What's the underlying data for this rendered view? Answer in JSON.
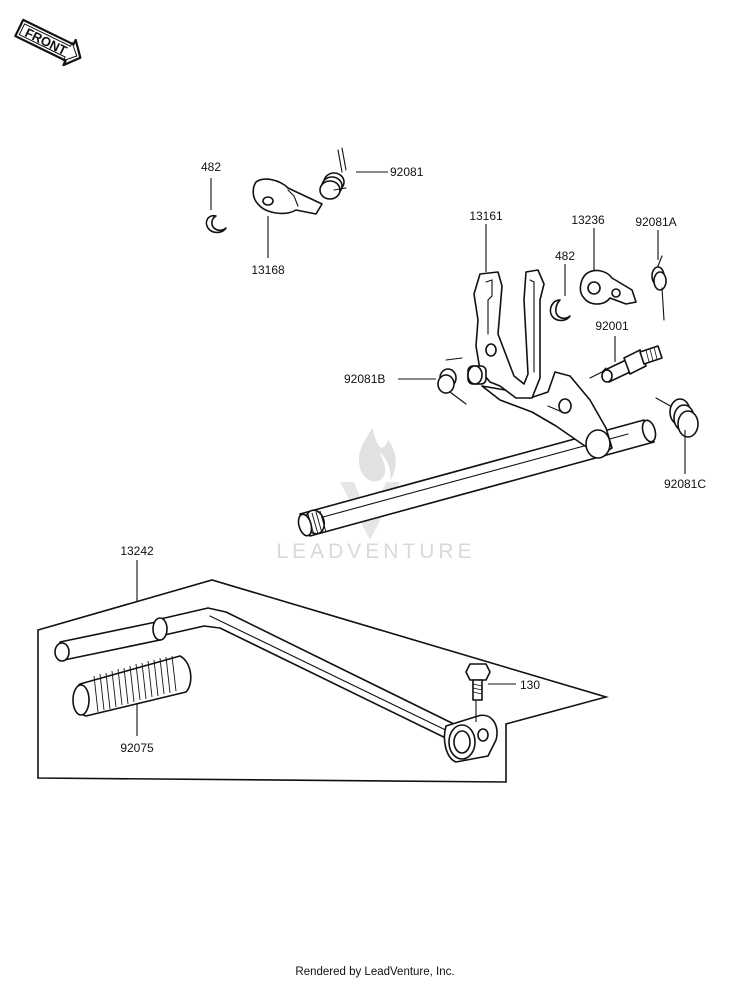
{
  "front_badge": "FRONT",
  "watermark": "LEADVENTURE",
  "footer": "Rendered by LeadVenture, Inc.",
  "callouts": {
    "c482_top": "482",
    "c92081": "92081",
    "c13168": "13168",
    "c13161": "13161",
    "c13236": "13236",
    "c92081A": "92081A",
    "c482_right": "482",
    "c92001": "92001",
    "c92081B": "92081B",
    "c92081C": "92081C",
    "c13242": "13242",
    "c130": "130",
    "c92075": "92075"
  }
}
